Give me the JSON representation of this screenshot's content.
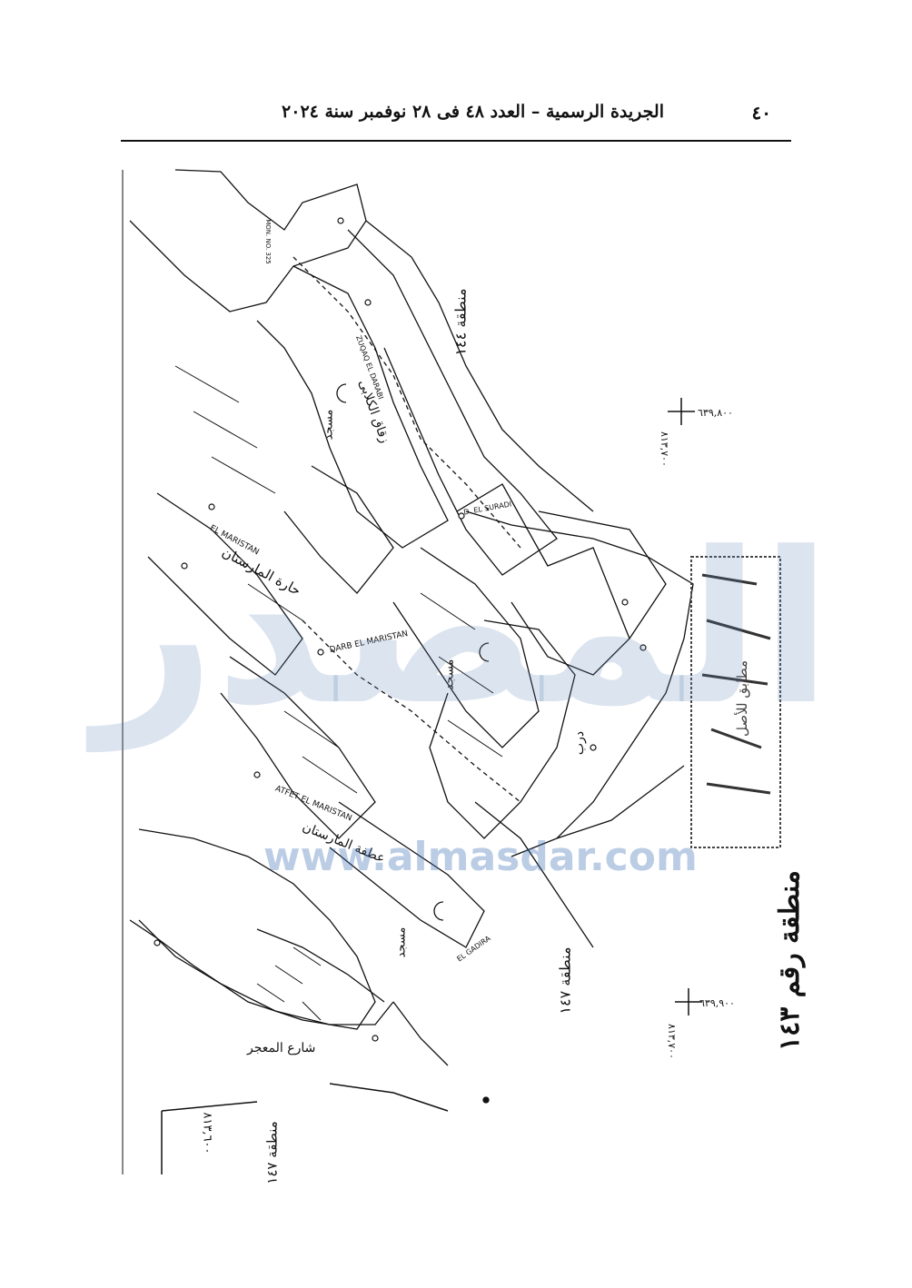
{
  "header": {
    "title": "الجريدة الرسمية – العدد ٤٨ فى ٢٨ نوفمبر سنة ٢٠٢٤",
    "page_number": "٤٠"
  },
  "margin": {
    "region_title": "منطقة رقم ١٤٣",
    "coord_top_east": "٦٣٩,٨٠٠",
    "coord_top_north": "٨١٣,٧٠٠",
    "coord_bottom_east": "٦٣٩,٩٠٠",
    "coord_bottom_north": "٨١٣,٧٠٠"
  },
  "map": {
    "zone_144": "منطقة ١٤٤",
    "zone_147_a": "منطقة ١٤٧",
    "zone_147_b": "منطقة ١٤٧",
    "coord_lower_left": "٨١٣,٦٠٠",
    "street_muizz": "شارع المعجر",
    "darb_maristan_latin": "DARB EL MARISTAN",
    "haret_maristan_latin": "EL MARISTAN",
    "atfet_maristan_latin": "ATFET EL MARISTAN",
    "zuqaq_darabi_latin": "ZUQAQ EL DARABI",
    "d_suradi_latin": "D. EL SURADI",
    "el_gadira_latin": "EL GADIRA",
    "haret_maristan_ar": "حارة المارستان",
    "atfet_maristan_ar": "عطفة المارستان",
    "darb_ar": "درب",
    "zuqaq_ar": "زقاق الكلابى",
    "mosque_1": "مسجد",
    "mosque_2": "مسجد",
    "mosque_3": "مسجد",
    "mon_no_latin": "MON. NO. 325"
  },
  "stamp": {
    "text": "مطابق للأصل"
  },
  "watermark": {
    "text": "المصدر",
    "url": "www.almasdar.com"
  },
  "colors": {
    "ink": "#111111",
    "watermark": "#5a82b4"
  }
}
